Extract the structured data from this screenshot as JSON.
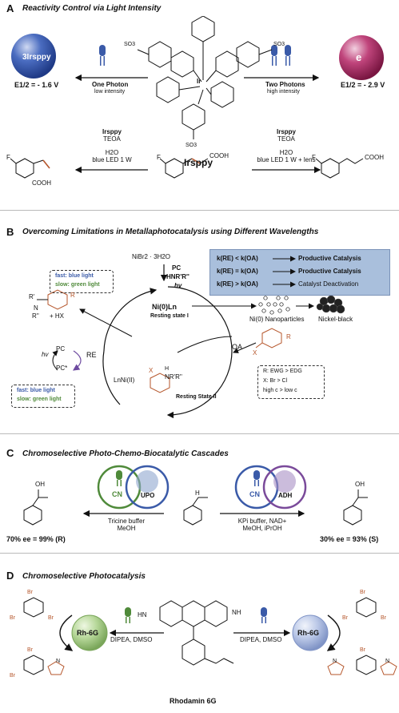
{
  "panels": {
    "a": {
      "label": "A",
      "title": "Reactivity Control via Light Intensity",
      "left_species": "3Irsppy",
      "left_potential": "E1/2 = - 1.6 V",
      "one_photon": "One Photon",
      "low_intensity": "low intensity",
      "two_photons": "Two Photons",
      "high_intensity": "high intensity",
      "right_species": "e",
      "right_potential": "E1/2 = - 2.9 V",
      "catalyst_name": "Irsppy",
      "ir_label": "Ir",
      "so3": "SO3",
      "left_cond": [
        "Irsppy",
        "TEOA",
        "H2O",
        "blue LED 1 W"
      ],
      "right_cond": [
        "Irsppy",
        "TEOA",
        "H2O",
        "blue LED 1 W + lens"
      ],
      "cooh": "COOH",
      "f": "F"
    },
    "b": {
      "label": "B",
      "title": "Overcoming Limitations in Metallaphotocatalysis using Different Wavelengths",
      "reagents": [
        "NiBr2 · 3H2O",
        "PC",
        "HNR'R''",
        "hv"
      ],
      "box_rows": [
        {
          "left": "k(RE) < k(OA)",
          "right": "Productive Catalysis"
        },
        {
          "left": "k(RE) = k(OA)",
          "right": "Productive Catalysis"
        },
        {
          "left": "k(RE) > k(OA)",
          "right": "Catalyst Deactivation"
        }
      ],
      "fast_blue": "fast: blue light",
      "slow_green": "slow: green light",
      "ni0": "Ni(0)Ln",
      "resting1": "Resting state I",
      "nano": "Ni(0) Nanoparticles",
      "nickel_black": "Nickel-black",
      "re": "RE",
      "oa": "OA",
      "pc": "PC",
      "pc_star": "PC*",
      "hv": "hv",
      "product_amine": "R'",
      "product_r2": "R''",
      "plus_hx": "+ HX",
      "x": "X",
      "r": "R",
      "n": "N",
      "ni2": "LnNi(II)",
      "nr": "NR'R''",
      "h": "H",
      "resting2": "Resting State II",
      "cond_box": [
        "R: EWG > EDG",
        "X: Br > Cl",
        "high c > low c"
      ]
    },
    "c": {
      "label": "C",
      "title": "Chromoselective Photo-Chemo-Biocatalytic Cascades",
      "cn": "CN",
      "upo": "UPO",
      "adh": "ADH",
      "left_cond": [
        "Tricine buffer",
        "MeOH"
      ],
      "right_cond": [
        "KPi buffer, NAD+",
        "MeOH, iPrOH"
      ],
      "left_yield": "70% ee = 99% (R)",
      "right_yield": "30% ee = 93% (S)",
      "oh": "OH",
      "h": "H"
    },
    "d": {
      "label": "D",
      "title": "Chromoselective Photocatalysis",
      "rh_left": "Rh-6G",
      "rh_right": "Rh-6G",
      "cond_left": "DIPEA, DMSO",
      "cond_right": "DIPEA, DMSO",
      "dye_name": "Rhodamin 6G",
      "br": "Br",
      "hn": "HN",
      "nh": "NH",
      "n": "N"
    }
  },
  "colors": {
    "blue_sphere": "#2d4fa8",
    "pink_sphere": "#a8245e",
    "box_fill": "#a9bfdc",
    "green": "#4f8a3a",
    "blue_ring": "#3a5aa8",
    "purple": "#7a4a9a",
    "brown": "#b5552a",
    "arrow_purple": "#6e4aa0"
  }
}
